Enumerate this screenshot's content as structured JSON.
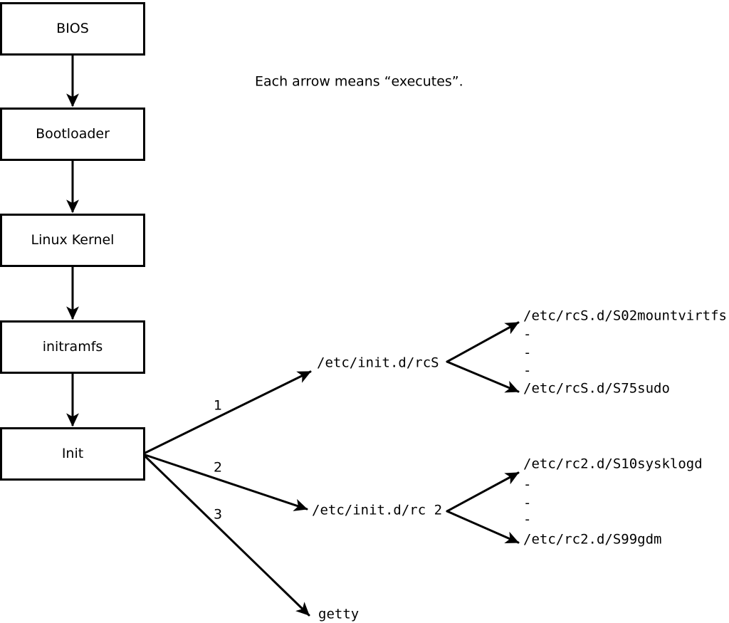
{
  "diagram": {
    "note": "Each arrow means “executes”.",
    "chain": [
      "BIOS",
      "Bootloader",
      "Linux Kernel",
      "initramfs",
      "Init"
    ],
    "init_branches": [
      {
        "label": "1",
        "target": "/etc/init.d/rcS",
        "children": [
          "/etc/rcS.d/S02mountvirtfs",
          "-",
          "-",
          "-",
          "/etc/rcS.d/S75sudo"
        ]
      },
      {
        "label": "2",
        "target": "/etc/init.d/rc 2",
        "children": [
          "/etc/rc2.d/S10sysklogd",
          "-",
          "-",
          "-",
          "/etc/rc2.d/S99gdm"
        ]
      },
      {
        "label": "3",
        "target": "getty",
        "children": []
      }
    ],
    "colors": {
      "background": "#ffffff",
      "stroke": "#000000",
      "text": "#000000"
    }
  }
}
